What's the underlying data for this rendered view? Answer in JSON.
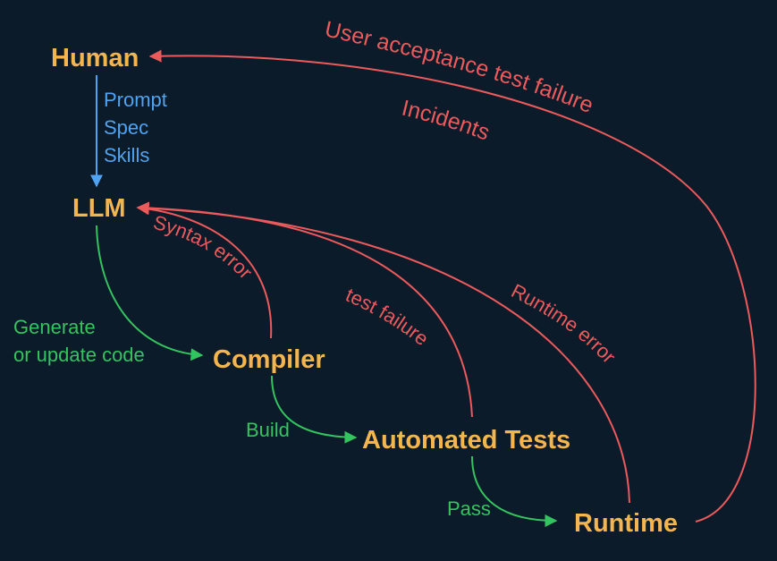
{
  "colors": {
    "background": "#0c1b29",
    "node": "#f5b54e",
    "human_input": "#4fa3f0",
    "forward": "#34c45f",
    "feedback": "#ec5a5c"
  },
  "nodes": {
    "human": "Human",
    "llm": "LLM",
    "compiler": "Compiler",
    "tests": "Automated Tests",
    "runtime": "Runtime"
  },
  "human_to_llm": {
    "lines": [
      "Prompt",
      "Spec",
      "Skills"
    ]
  },
  "forward_edges": {
    "generate": [
      "Generate",
      "or update code"
    ],
    "build": "Build",
    "pass": "Pass"
  },
  "feedback_edges": {
    "syntax_error": "Syntax error",
    "test_failure": "test failure",
    "runtime_error": "Runtime error",
    "uat_failure": "User acceptance test failure",
    "incidents": "Incidents"
  }
}
